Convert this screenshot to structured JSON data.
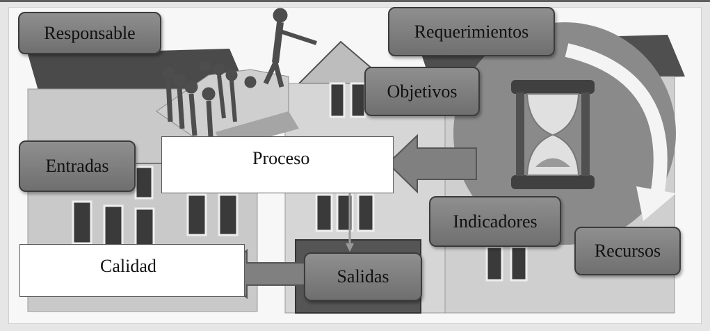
{
  "labels": {
    "responsable": "Responsable",
    "requerimientos": "Requerimientos",
    "objetivos": "Objetivos",
    "entradas": "Entradas",
    "proceso": "Proceso",
    "indicadores": "Indicadores",
    "recursos": "Recursos",
    "calidad": "Calidad",
    "salidas": "Salidas"
  },
  "colors": {
    "label_fill": "#7f7f7f",
    "label_border": "#3b3b3b",
    "arrow_fill": "#808080",
    "circle_fill": "#8a8a8a",
    "background": "#e6e6e6"
  }
}
